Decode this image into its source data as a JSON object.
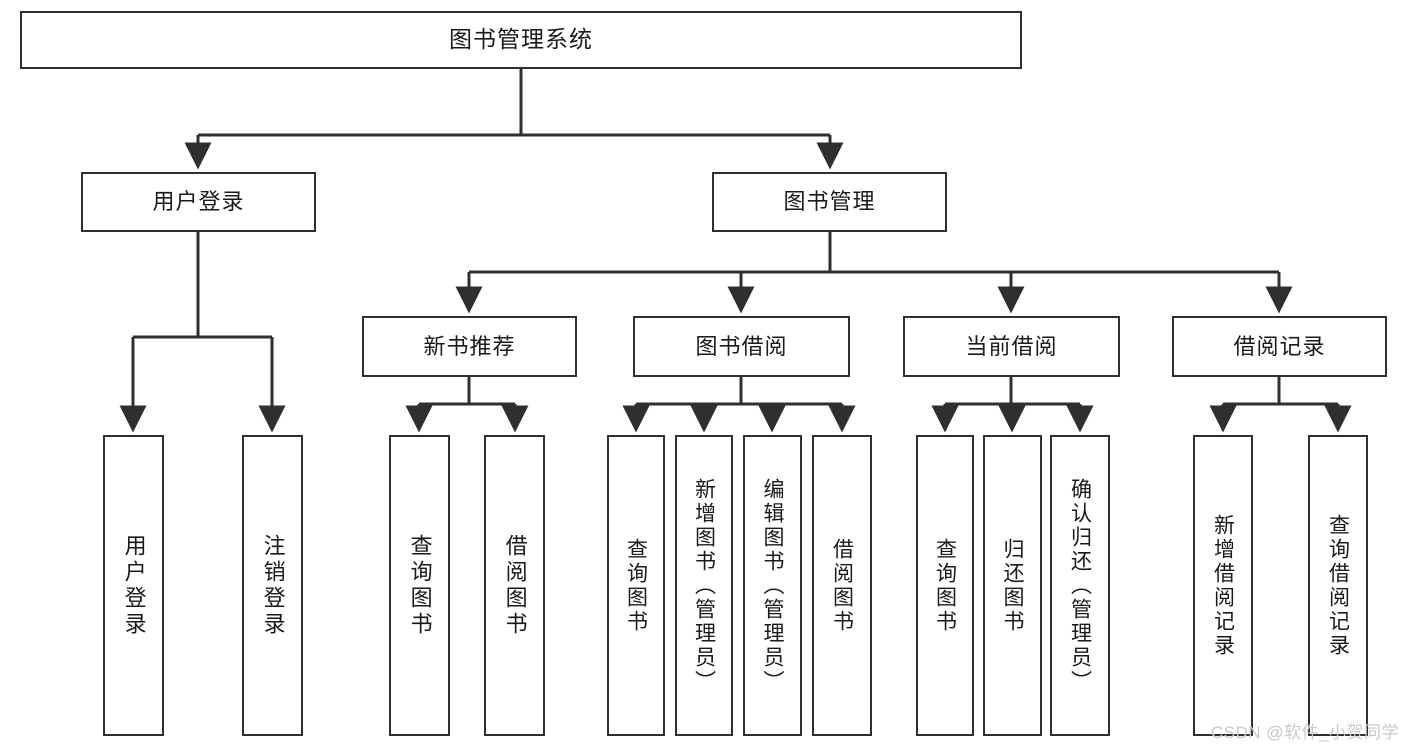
{
  "diagram": {
    "title": "图书管理系统",
    "watermark": "CSDN @软件_小贺同学",
    "line_color": "#2f2f2f",
    "box_fill": "#ffffff",
    "text_color": "#1a1a1a",
    "watermark_color": "#c9c9c9",
    "type": "tree-hierarchy",
    "levels": 4,
    "nodes": {
      "root": {
        "label": "图书管理系统"
      },
      "level2": [
        {
          "id": "user-login",
          "label": "用户登录"
        },
        {
          "id": "book-manage",
          "label": "图书管理"
        }
      ],
      "level3": [
        {
          "id": "new-book-recommend",
          "label": "新书推荐",
          "parent": "book-manage"
        },
        {
          "id": "book-borrow",
          "label": "图书借阅",
          "parent": "book-manage"
        },
        {
          "id": "current-borrow",
          "label": "当前借阅",
          "parent": "book-manage"
        },
        {
          "id": "borrow-record",
          "label": "借阅记录",
          "parent": "book-manage"
        }
      ],
      "leaves": [
        {
          "id": "leaf-user-login",
          "label": "用户登录",
          "parent": "user-login"
        },
        {
          "id": "leaf-user-logout",
          "label": "注销登录",
          "parent": "user-login"
        },
        {
          "id": "leaf-query-book-1",
          "label": "查询图书",
          "parent": "new-book-recommend"
        },
        {
          "id": "leaf-borrow-book-1",
          "label": "借阅图书",
          "parent": "new-book-recommend"
        },
        {
          "id": "leaf-query-book-2",
          "label": "查询图书",
          "parent": "book-borrow"
        },
        {
          "id": "leaf-add-book",
          "label": "新增图书（管理员）",
          "parent": "book-borrow"
        },
        {
          "id": "leaf-edit-book",
          "label": "编辑图书（管理员）",
          "parent": "book-borrow"
        },
        {
          "id": "leaf-borrow-book-2",
          "label": "借阅图书",
          "parent": "book-borrow"
        },
        {
          "id": "leaf-query-book-3",
          "label": "查询图书",
          "parent": "current-borrow"
        },
        {
          "id": "leaf-return-book",
          "label": "归还图书",
          "parent": "current-borrow"
        },
        {
          "id": "leaf-confirm-return",
          "label": "确认归还（管理员）",
          "parent": "current-borrow"
        },
        {
          "id": "leaf-add-record",
          "label": "新增借阅记录",
          "parent": "borrow-record"
        },
        {
          "id": "leaf-query-record",
          "label": "查询借阅记录",
          "parent": "borrow-record"
        }
      ]
    }
  }
}
